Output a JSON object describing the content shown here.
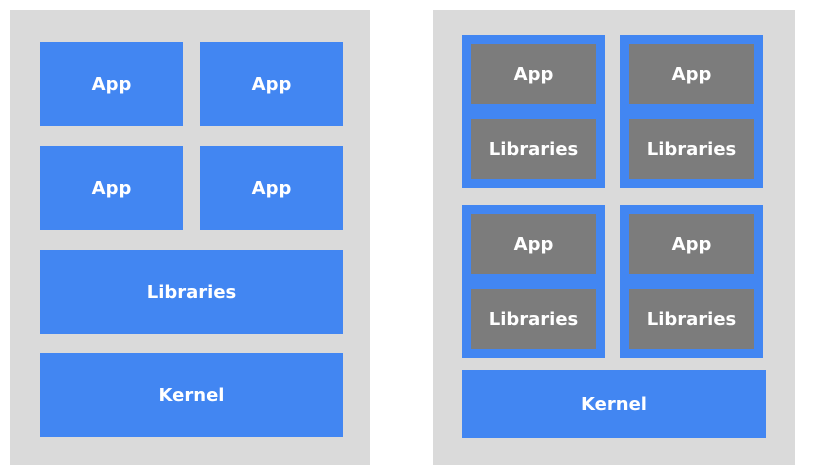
{
  "left_stack": {
    "apps": [
      "App",
      "App",
      "App",
      "App"
    ],
    "libraries": "Libraries",
    "kernel": "Kernel"
  },
  "right_stack": {
    "containers": [
      {
        "app": "App",
        "libraries": "Libraries"
      },
      {
        "app": "App",
        "libraries": "Libraries"
      },
      {
        "app": "App",
        "libraries": "Libraries"
      },
      {
        "app": "App",
        "libraries": "Libraries"
      }
    ],
    "kernel": "Kernel"
  },
  "colors": {
    "panel": "#dadada",
    "blue": "#4286f2",
    "gray": "#7c7c7c",
    "text": "#ffffff"
  }
}
